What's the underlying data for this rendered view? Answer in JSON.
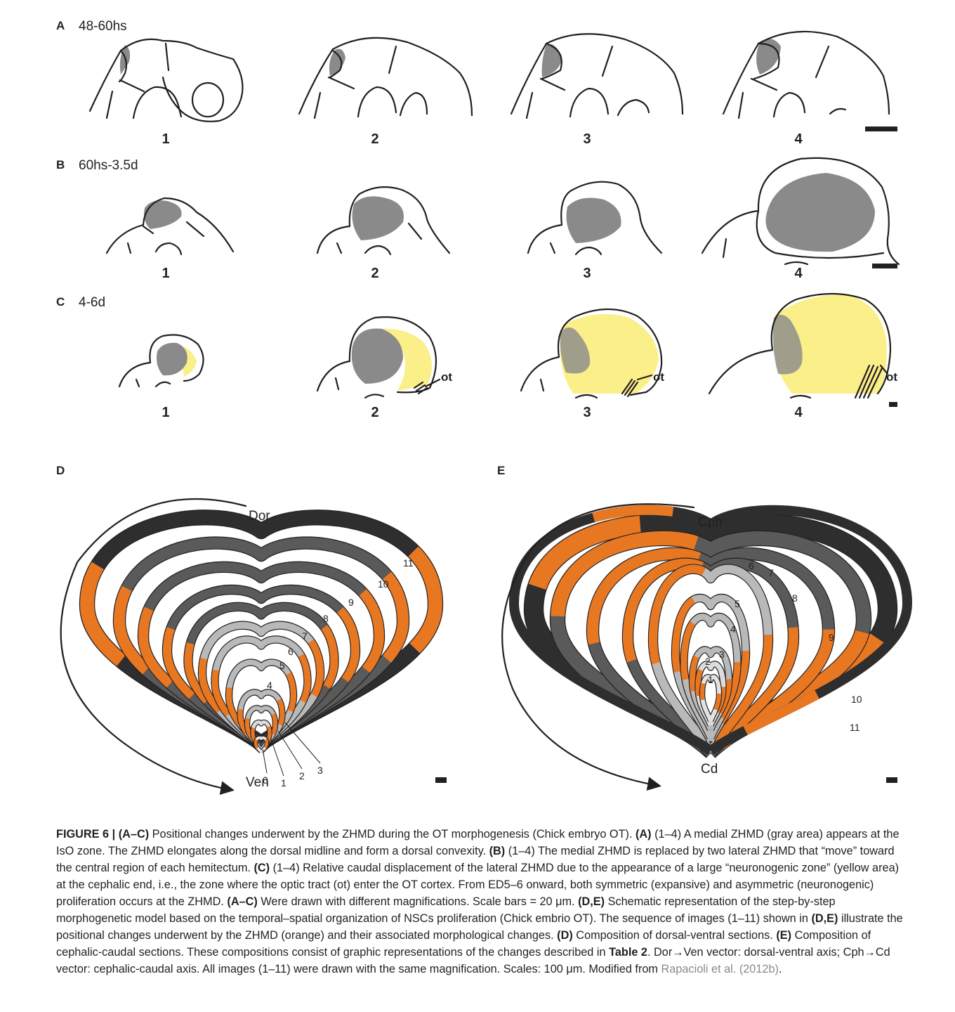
{
  "panels": {
    "A": {
      "letter": "A",
      "caption": "48-60hs",
      "stages": [
        "1",
        "2",
        "3",
        "4"
      ]
    },
    "B": {
      "letter": "B",
      "caption": "60hs-3.5d",
      "stages": [
        "1",
        "2",
        "3",
        "4"
      ]
    },
    "C": {
      "letter": "C",
      "caption": "4-6d",
      "stages": [
        "1",
        "2",
        "3",
        "4"
      ],
      "ot_label": "ot"
    },
    "D": {
      "letter": "D",
      "top_label": "Dor",
      "bottom_label": "Ven",
      "ring_labels": [
        "0",
        "1",
        "2",
        "3",
        "4",
        "5",
        "6",
        "7",
        "8",
        "9",
        "10",
        "11"
      ]
    },
    "E": {
      "letter": "E",
      "top_label": "Cph",
      "bottom_label": "Cd",
      "ring_labels": [
        "1",
        "2",
        "3",
        "4",
        "5",
        "6",
        "7",
        "8",
        "9",
        "10",
        "11"
      ]
    }
  },
  "colors": {
    "zhmd_gray": "#8a8a8a",
    "neuronogenic_yellow": "#fbef8a",
    "zhmd_orange": "#e87722",
    "ring_dark": "#2e2e2e",
    "ring_mid": "#5a5a5a",
    "ring_light": "#b9b9b9"
  },
  "caption": {
    "fig_label": "FIGURE 6 |",
    "p1_label": "(A–C)",
    "p1_text": " Positional changes underwent by the ZHMD during the OT morphogenesis (Chick embryo OT). ",
    "p2_label": "(A)",
    "p2_text": " (1–4) A medial ZHMD (gray area) appears at the IsO zone. The ZHMD elongates along the dorsal midline and form a dorsal convexity. ",
    "p3_label": "(B)",
    "p3_text": " (1–4) The medial ZHMD is replaced by two lateral ZHMD that “move” toward the central region of each hemitectum. ",
    "p4_label": "(C)",
    "p4_text": " (1–4) Relative caudal displacement of the lateral ZHMD due to the appearance of a large “neuronogenic zone” (yellow area) at the cephalic end, i.e., the zone where the optic tract (ot) enter the OT cortex. From ED5–6 onward, both symmetric (expansive) and asymmetric (neuronogenic) proliferation occurs at the ZHMD. ",
    "p5_label": "(A–C)",
    "p5_text": " Were drawn with different magnifications. Scale bars = 20 μm. ",
    "p6_label": "(D,E)",
    "p6_text": " Schematic representation of the step-by-step morphogenetic model based on the temporal–spatial organization of NSCs proliferation (Chick embrio OT). The sequence of images (1–11) shown in ",
    "p7_label": "(D,E)",
    "p7_text": " illustrate the positional changes underwent by the ZHMD (orange) and their associated morphological changes. ",
    "p8_label": "(D)",
    "p8_text": " Composition of dorsal-ventral sections. ",
    "p9_label": "(E)",
    "p9_text": " Composition of cephalic-caudal sections. These compositions consist of graphic representations of the changes described in ",
    "table_ref": "Table 2",
    "p10_text": ". Dor→Ven vector: dorsal-ventral axis; Cph→Cd vector: cephalic-caudal axis. All images (1–11) were drawn with the same magnification. Scales: 100 μm. Modified from ",
    "citation": "Rapacioli et al. (2012b)",
    "end": "."
  }
}
